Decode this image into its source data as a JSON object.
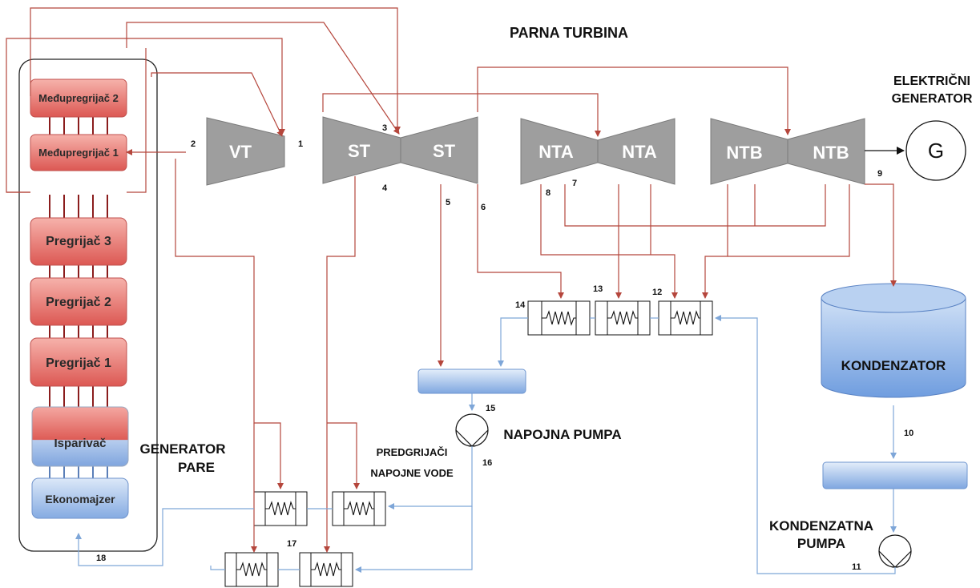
{
  "title": "PARNA TURBINA",
  "generator": {
    "label_line1": "ELEKTRIČNI",
    "label_line2": "GENERATOR",
    "symbol": "G"
  },
  "boiler": {
    "label_line1": "GENERATOR",
    "label_line2": "PARE",
    "blocks": {
      "reheater2": "Međupregrijač 2",
      "reheater1": "Međupregrijač 1",
      "superheater3": "Pregrijač 3",
      "superheater2": "Pregrijač 2",
      "superheater1": "Pregrijač 1",
      "evaporator": "Isparivač",
      "economizer": "Ekonomajzer"
    }
  },
  "turbines": {
    "vt": "VT",
    "st": "ST",
    "nta": "NTA",
    "ntb": "NTB"
  },
  "condenser": "KONDENZATOR",
  "feed_pump": "NAPOJNA PUMPA",
  "condensate_pump": {
    "line1": "KONDENZATNA",
    "line2": "PUMPA"
  },
  "feedwater_heaters": {
    "line1": "PREDGRIJAČI",
    "line2": "NAPOJNE VODE"
  },
  "state_points": [
    "1",
    "2",
    "3",
    "4",
    "5",
    "6",
    "7",
    "8",
    "9",
    "10",
    "11",
    "12",
    "13",
    "14",
    "15",
    "16",
    "17",
    "18"
  ],
  "colors": {
    "steam_line": "#b5463c",
    "water_line": "#7ea6d8",
    "turbine_fill": "#9e9e9e",
    "boiler_red_top": "#f4a6a0",
    "boiler_red_bottom": "#de5a55",
    "boiler_blue_top": "#d4e3f6",
    "boiler_blue_bottom": "#8aafe3"
  }
}
